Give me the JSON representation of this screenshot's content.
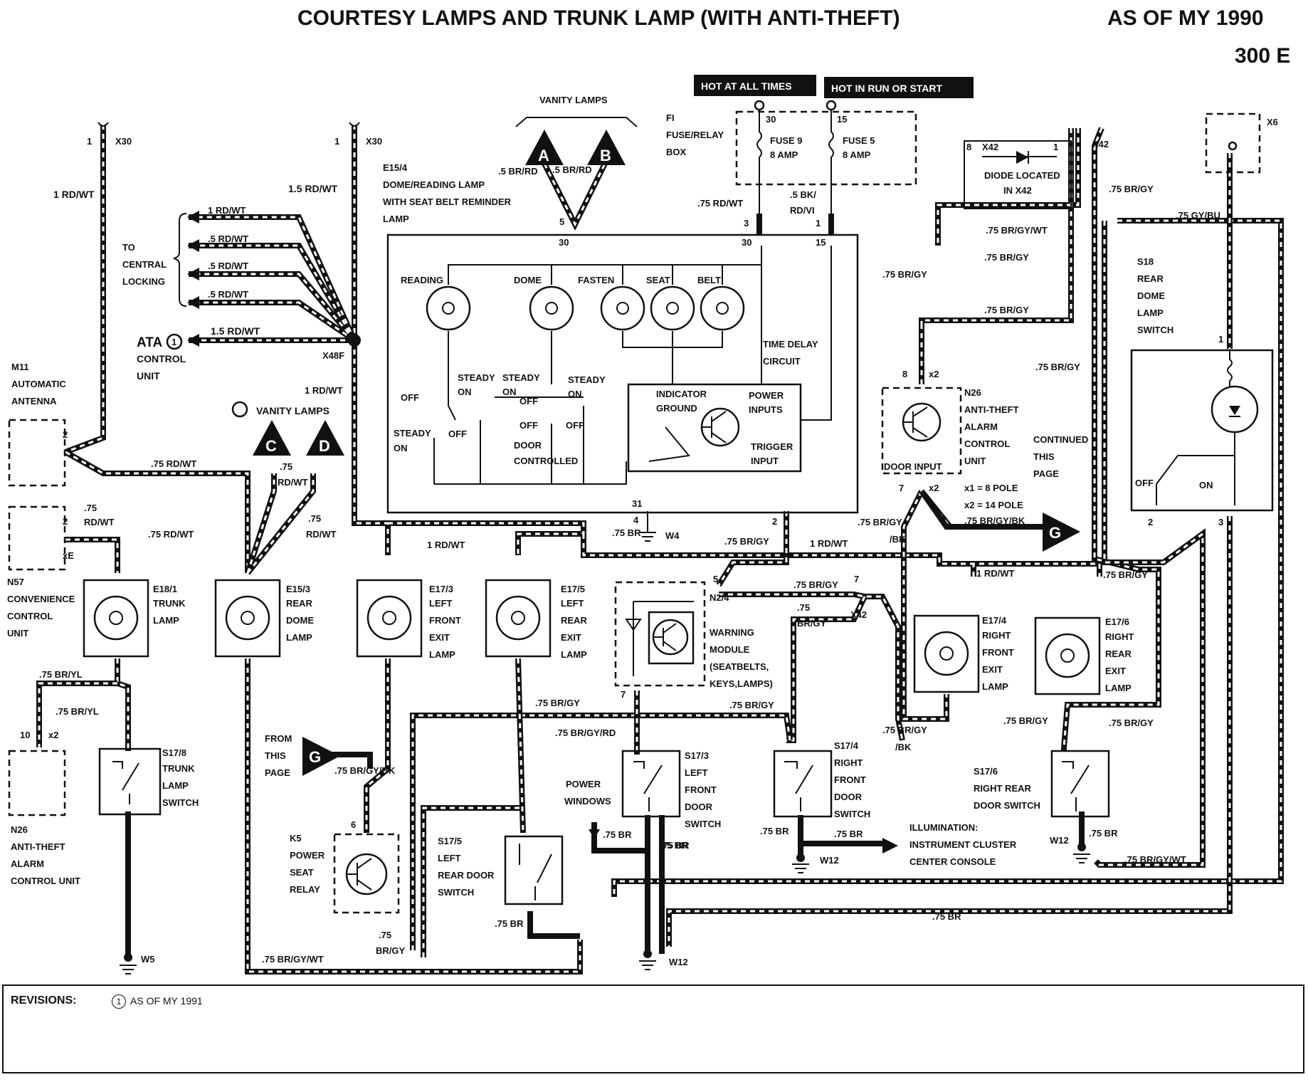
{
  "header": {
    "title": "COURTESY LAMPS AND TRUNK LAMP (WITH ANTI-THEFT)",
    "model_year": "AS OF MY 1990",
    "model": "300 E"
  },
  "power": {
    "hot_at_all_times": "HOT AT ALL TIMES",
    "hot_in_run": "HOT IN RUN OR START"
  },
  "fuse_box": {
    "title_lines": [
      "FI",
      "FUSE/RELAY",
      "BOX"
    ],
    "fuse9": "FUSE 9",
    "fuse9_rating": "8 AMP",
    "fuse5": "FUSE 5",
    "fuse5_rating": "8 AMP",
    "term30": "30",
    "term15": "15"
  },
  "connectors": {
    "x30_left": "X30",
    "x30_mid": "X30",
    "x30_pin": "1",
    "x48f": "X48F",
    "x42": "X42",
    "x6": "X6",
    "x2": "x2",
    "xe": "xE",
    "pin_legend_1": "x1 = 8 POLE",
    "pin_legend_2": "x2 = 14 POLE"
  },
  "vanity": {
    "title": "VANITY LAMPS",
    "a": "A",
    "b": "B",
    "c": "C",
    "d": "D",
    "title2": "VANITY LAMPS",
    "note_num": "1"
  },
  "central_locking": {
    "lines": [
      "TO",
      "CENTRAL",
      "LOCKING"
    ]
  },
  "ata": {
    "line1": "ATA",
    "line2": "CONTROL",
    "line3": "UNIT",
    "note_num": "1"
  },
  "components": {
    "e15_4": [
      "E15/4",
      "DOME/READING LAMP",
      "WITH SEAT BELT REMINDER",
      "LAMP"
    ],
    "m11": [
      "M11",
      "AUTOMATIC",
      "ANTENNA"
    ],
    "n57": [
      "N57",
      "CONVENIENCE",
      "CONTROL",
      "UNIT"
    ],
    "n26_left": [
      "N26",
      "ANTI-THEFT",
      "ALARM",
      "CONTROL UNIT"
    ],
    "e18_1": [
      "E18/1",
      "TRUNK",
      "LAMP"
    ],
    "e15_3": [
      "E15/3",
      "REAR",
      "DOME",
      "LAMP"
    ],
    "e17_3": [
      "E17/3",
      "LEFT",
      "FRONT",
      "EXIT",
      "LAMP"
    ],
    "e17_5": [
      "E17/5",
      "LEFT",
      "REAR",
      "EXIT",
      "LAMP"
    ],
    "e17_4": [
      "E17/4",
      "RIGHT",
      "FRONT",
      "EXIT",
      "LAMP"
    ],
    "e17_6": [
      "E17/6",
      "RIGHT",
      "REAR",
      "EXIT",
      "LAMP"
    ],
    "s17_8": [
      "S17/8",
      "TRUNK",
      "LAMP",
      "SWITCH"
    ],
    "s17_5": [
      "S17/5",
      "LEFT",
      "REAR DOOR",
      "SWITCH"
    ],
    "s17_3": [
      "S17/3",
      "LEFT",
      "FRONT",
      "DOOR",
      "SWITCH"
    ],
    "s17_4": [
      "S17/4",
      "RIGHT",
      "FRONT",
      "DOOR",
      "SWITCH"
    ],
    "s17_6": [
      "S17/6",
      "RIGHT REAR",
      "DOOR SWITCH"
    ],
    "k5": [
      "K5",
      "POWER",
      "SEAT",
      "RELAY"
    ],
    "n2_4": [
      "N2/4",
      "WARNING",
      "MODULE",
      "(SEATBELTS,",
      "KEYS,LAMPS)"
    ],
    "n26_right": [
      "N26",
      "ANTI-THEFT",
      "ALARM",
      "CONTROL",
      "UNIT"
    ],
    "s18": [
      "S18",
      "REAR",
      "DOME",
      "LAMP",
      "SWITCH"
    ],
    "diode": [
      "DIODE LOCATED",
      "IN X42"
    ]
  },
  "dome_internal": {
    "reading": "READING",
    "dome": "DOME",
    "fasten": "FASTEN",
    "seat": "SEAT",
    "belt": "BELT",
    "time_delay": [
      "TIME DELAY",
      "CIRCUIT"
    ],
    "indicator": [
      "INDICATOR",
      "GROUND"
    ],
    "power_inputs": [
      "POWER",
      "INPUTS"
    ],
    "trigger": [
      "TRIGGER",
      "INPUT"
    ],
    "off": "OFF",
    "steady": "STEADY",
    "on": "ON",
    "door_controlled": [
      "DOOR",
      "CONTROLLED"
    ]
  },
  "labels": {
    "door_input": "DOOR INPUT",
    "continued": [
      "CONTINUED",
      "THIS",
      "PAGE"
    ],
    "from_page": [
      "FROM",
      "THIS",
      "PAGE"
    ],
    "g": "G",
    "power_windows": [
      "POWER",
      "WINDOWS"
    ],
    "illumination": [
      "ILLUMINATION:",
      "INSTRUMENT CLUSTER",
      "CENTER CONSOLE"
    ],
    "off": "OFF",
    "on": "ON"
  },
  "wire_labels": {
    "rd_wt_1": "1 RD/WT",
    "rd_wt_15": "1.5 RD/WT",
    "rd_wt_05": ".5 RD/WT",
    "rd_wt_075": ".75 RD/WT",
    "rd_wt_075a": ".75",
    "rd_wt_075b": "RD/WT",
    "br_rd": ".5 BR/RD",
    "rd_wt_075_fuse": ".75 RD/WT",
    "bk_vi": ".5 BK/",
    "bk_vi2": "RD/VI",
    "br_gy": ".75 BR/GY",
    "br_gy_wt": ".75 BR/GY/WT",
    "br_gy_bk": ".75 BR/GY/BK",
    "br_gy_rd": ".75 BR/GY/RD",
    "br_yl": ".75 BR/YL",
    "br": ".75 BR",
    "gy_bu": ".75 GY/BU",
    "br_gy_a": ".75",
    "br_gy_b": "BR/GY",
    "br_gy_bk_a": ".75 BR/GY",
    "br_gy_bk_b": "/BK"
  },
  "grounds": {
    "w4": "W4",
    "w5": "W5",
    "w12": "W12"
  },
  "pins": {
    "p1": "1",
    "p2": "2",
    "p3": "3",
    "p4": "4",
    "p5": "5",
    "p6": "6",
    "p7": "7",
    "p8": "8",
    "p10": "10",
    "p15": "15",
    "p30": "30",
    "p31": "31"
  },
  "revisions": {
    "label": "REVISIONS:",
    "note_num": "1",
    "note": "AS OF MY 1991"
  }
}
